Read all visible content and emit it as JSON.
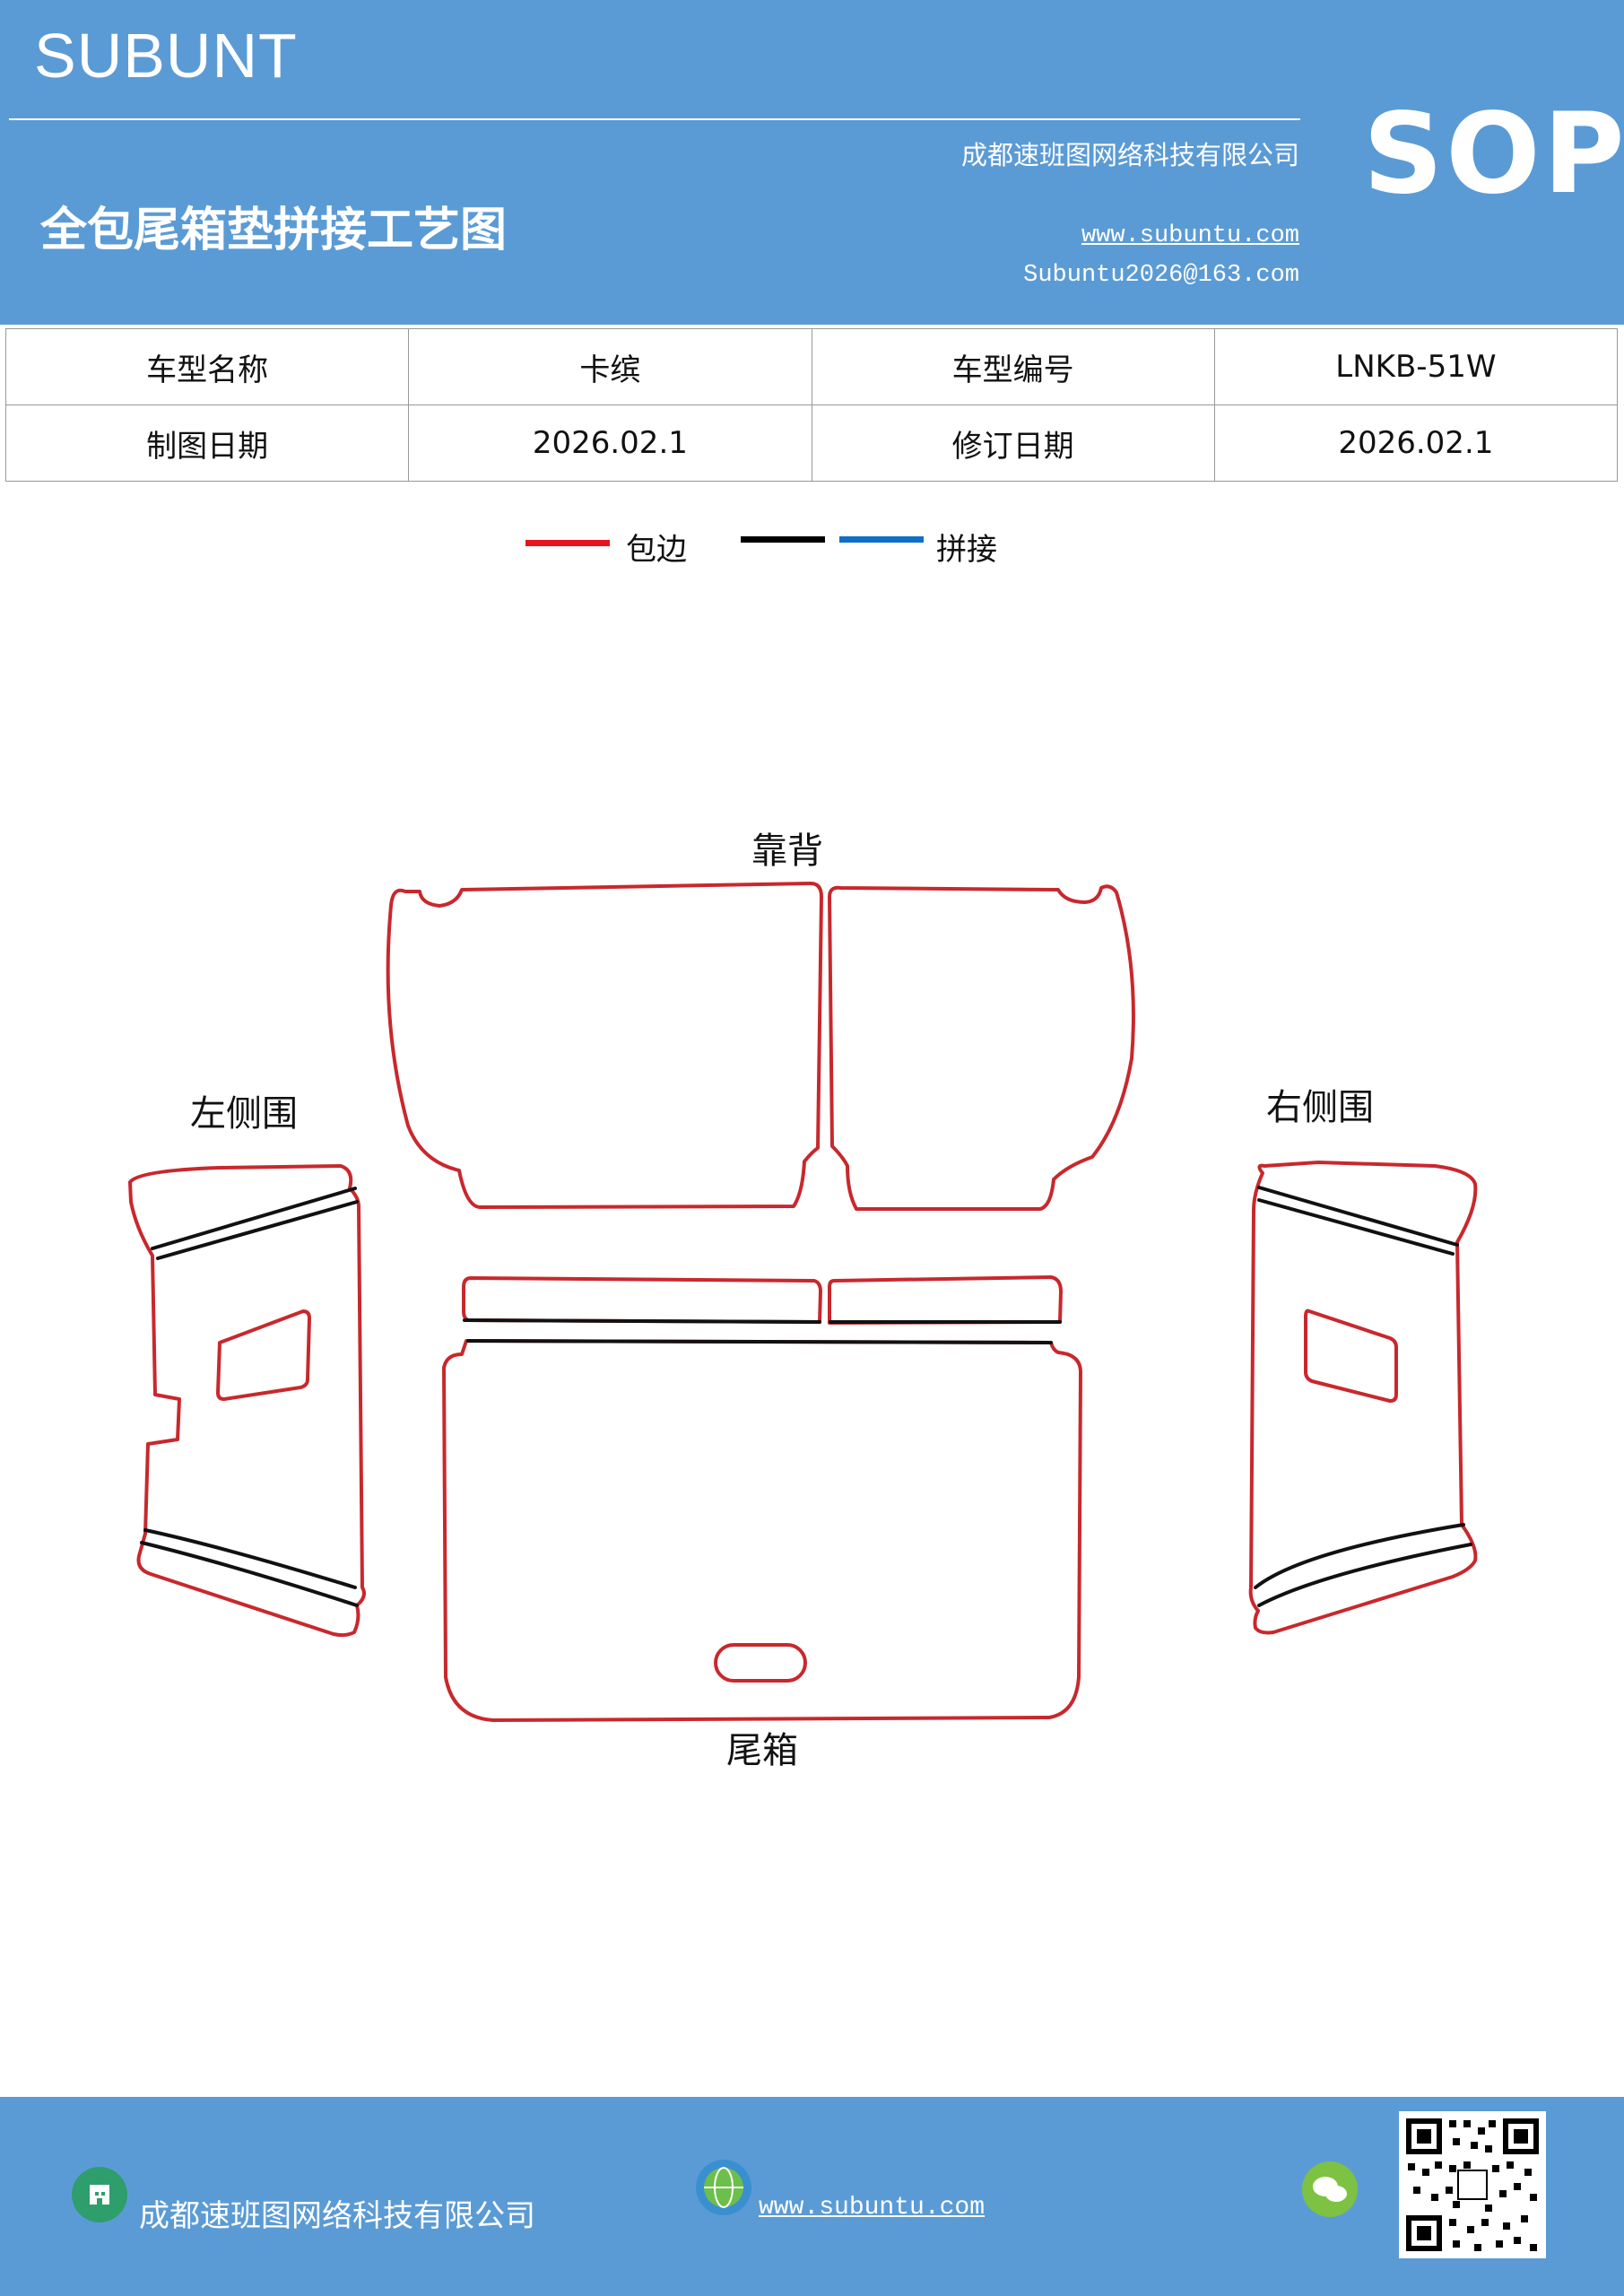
{
  "header": {
    "brand": "SUBUNT",
    "company": "成都速班图网络科技有限公司",
    "title": "全包尾箱垫拼接工艺图",
    "website": "www.subuntu.com",
    "email": "Subuntu2026@163.com",
    "badge": "SOP"
  },
  "info_table": {
    "rows": [
      [
        "车型名称",
        "卡缤",
        "车型编号",
        "LNKB-51W"
      ],
      [
        "制图日期",
        "2026.02.1",
        "修订日期",
        "2026.02.1"
      ]
    ]
  },
  "legend": {
    "items": [
      {
        "label": "包边",
        "color": "#e8141a"
      },
      {
        "label": "",
        "color": "#000000"
      },
      {
        "label": "拼接",
        "color": "#0f6fc6"
      }
    ]
  },
  "diagram": {
    "labels": {
      "backrest": "靠背",
      "left_side": "左侧围",
      "right_side": "右侧围",
      "trunk": "尾箱"
    },
    "colors": {
      "edge": "#c8282d",
      "seam": "#111111"
    }
  },
  "footer": {
    "company": "成都速班图网络科技有限公司",
    "website": "www.subuntu.com"
  }
}
